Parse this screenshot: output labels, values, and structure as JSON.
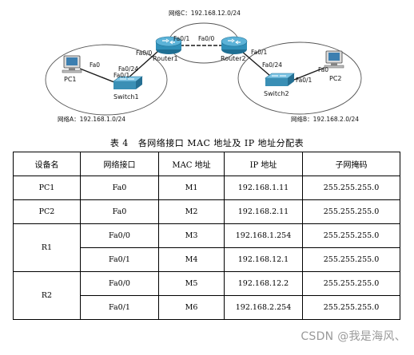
{
  "topology": {
    "net_a": "网络A：192.168.1.0/24",
    "net_b": "网络B：192.168.2.0/24",
    "net_c": "网络C：192.168.12.0/24",
    "devices": {
      "pc1": "PC1",
      "pc2": "PC2",
      "switch1": "Switch1",
      "switch2": "Switch2",
      "router1": "Router1",
      "router2": "Router2"
    },
    "ports": {
      "pc1_fa0": "Fa0",
      "sw1_fa024": "Fa0/24",
      "sw1_fa01": "Fa0/1",
      "r1_fa00": "Fa0/0",
      "r1_fa01": "Fa0/1",
      "r2_fa00": "Fa0/0",
      "r2_fa01": "Fa0/1",
      "sw2_fa024": "Fa0/24",
      "sw2_fa01": "Fa0/1",
      "pc2_fa0": "Fa0"
    }
  },
  "caption": {
    "label": "表 4",
    "text": "各网络接口 MAC 地址及 IP 地址分配表"
  },
  "table": {
    "headers": [
      "设备名",
      "网络接口",
      "MAC 地址",
      "IP 地址",
      "子网掩码"
    ],
    "rows": [
      {
        "device": "PC1",
        "iface": "Fa0",
        "mac": "M1",
        "ip": "192.168.1.11",
        "mask": "255.255.255.0"
      },
      {
        "device": "PC2",
        "iface": "Fa0",
        "mac": "M2",
        "ip": "192.168.2.11",
        "mask": "255.255.255.0"
      },
      {
        "device": "R1",
        "iface": "Fa0/0",
        "mac": "M3",
        "ip": "192.168.1.254",
        "mask": "255.255.255.0"
      },
      {
        "device": "",
        "iface": "Fa0/1",
        "mac": "M4",
        "ip": "192.168.12.1",
        "mask": "255.255.255.0"
      },
      {
        "device": "R2",
        "iface": "Fa0/0",
        "mac": "M5",
        "ip": "192.168.12.2",
        "mask": "255.255.255.0"
      },
      {
        "device": "",
        "iface": "Fa0/1",
        "mac": "M6",
        "ip": "192.168.2.254",
        "mask": "255.255.255.0"
      }
    ]
  },
  "watermark": "CSDN @我是海风、",
  "colors": {
    "router_body": "#2f8fb8",
    "switch_body": "#3a8fb5",
    "link": "#1a1a1a",
    "ellipse": "#555555",
    "watermark": "#9a9a9a"
  }
}
